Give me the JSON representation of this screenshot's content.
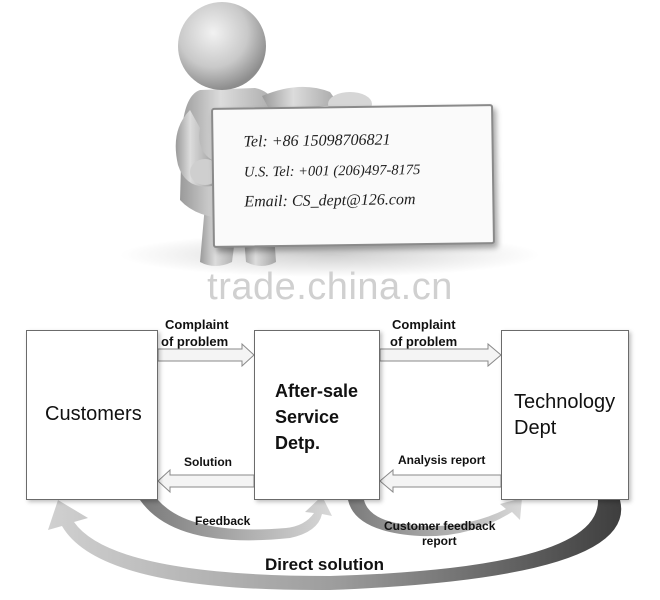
{
  "contact_card": {
    "tel": "Tel: +86 15098706821",
    "us_tel": "U.S. Tel: +001 (206)497-8175",
    "email": "Email: CS_dept@126.com"
  },
  "watermark": "trade.china.cn",
  "diagram": {
    "nodes": {
      "customers": "Customers",
      "service_line1": "After-sale",
      "service_line2": "Service",
      "service_line3": "Detp.",
      "tech_line1": "Technology",
      "tech_line2": "Dept"
    },
    "edges": {
      "complaint1_line1": "Complaint",
      "complaint1_line2": "of problem",
      "complaint2_line1": "Complaint",
      "complaint2_line2": "of problem",
      "solution": "Solution",
      "analysis_report": "Analysis report",
      "feedback": "Feedback",
      "customer_feedback_line1": "Customer feedback",
      "customer_feedback_line2": "report",
      "direct_solution": "Direct solution"
    }
  },
  "colors": {
    "arrow_fill": "#f4f4f4",
    "arrow_stroke": "#8a8a8a",
    "swoosh_light": "#c4c4c4",
    "swoosh_dark": "#555555"
  }
}
